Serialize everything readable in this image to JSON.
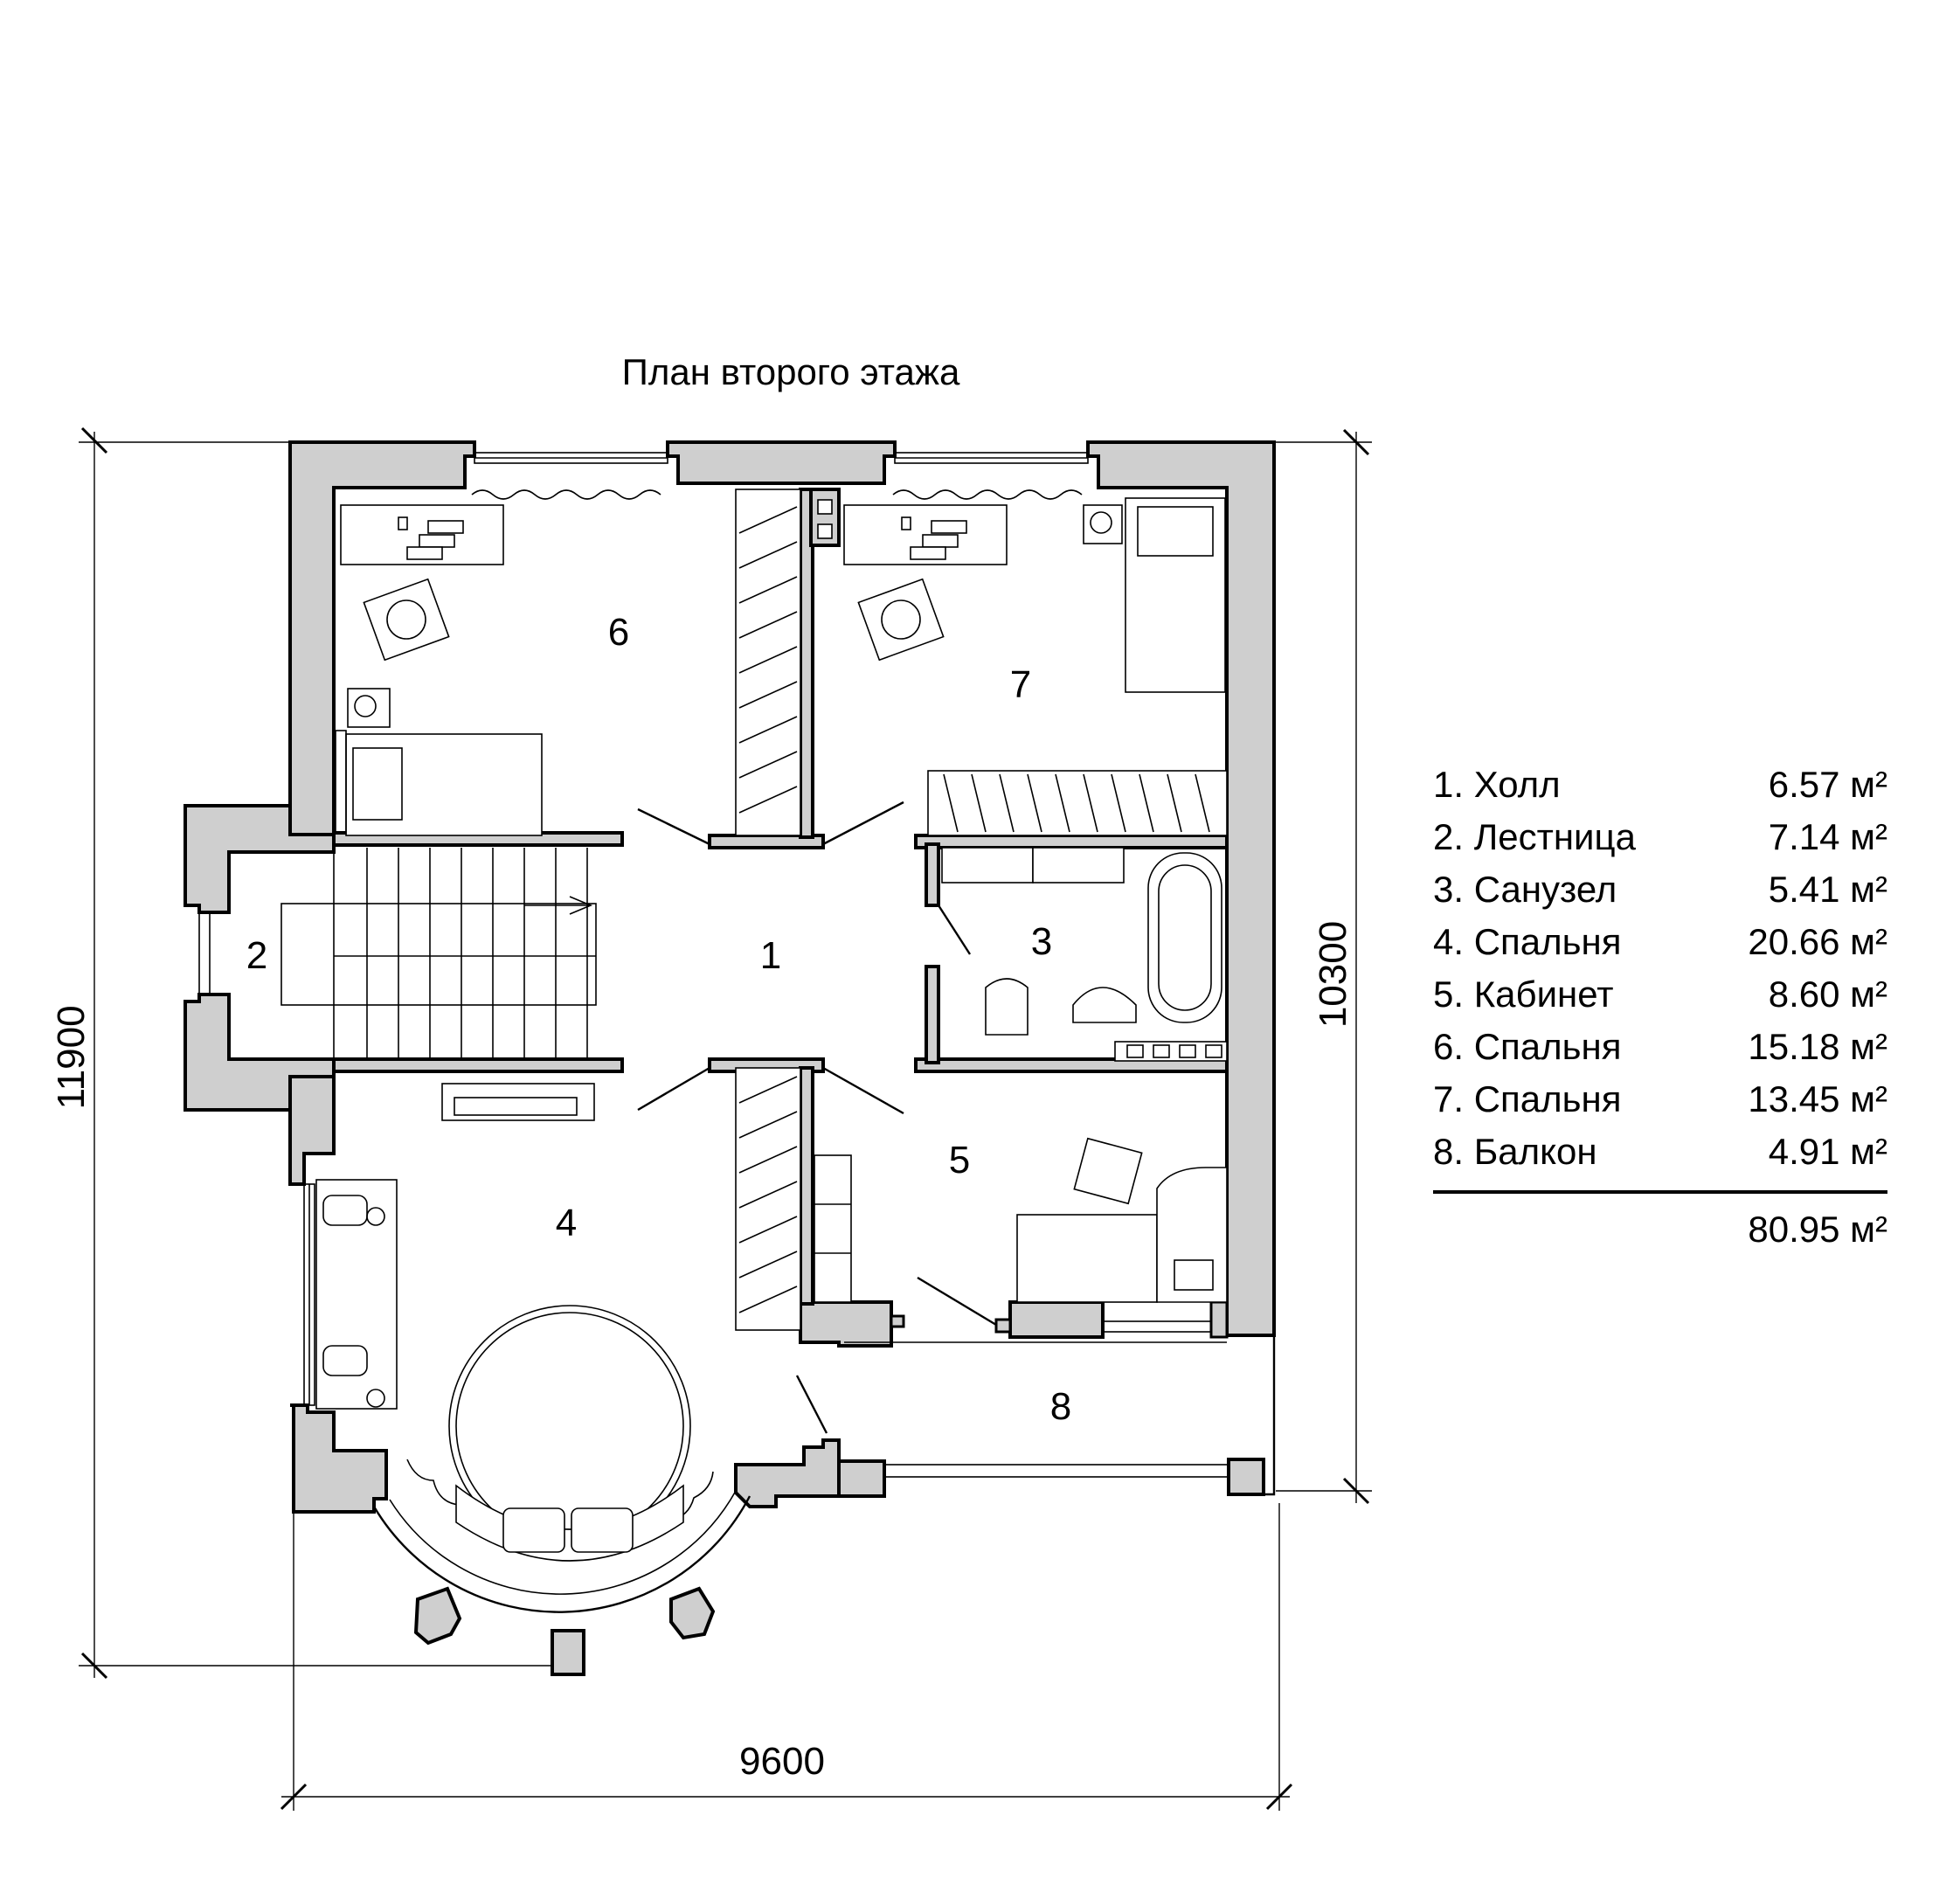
{
  "title": "План второго этажа",
  "dimensions": {
    "width": "9600",
    "height_total": "11900",
    "height_main": "10300"
  },
  "room_numbers": [
    "1",
    "2",
    "3",
    "4",
    "5",
    "6",
    "7",
    "8"
  ],
  "legend": {
    "rooms": [
      {
        "name": "1. Холл",
        "area": "6.57 м²"
      },
      {
        "name": "2. Лестница",
        "area": "7.14 м²"
      },
      {
        "name": "3. Санузел",
        "area": "5.41 м²"
      },
      {
        "name": "4. Спальня",
        "area": "20.66 м²"
      },
      {
        "name": "5. Кабинет",
        "area": "8.60 м²"
      },
      {
        "name": "6. Спальня",
        "area": "15.18 м²"
      },
      {
        "name": "7. Спальня",
        "area": "13.45 м²"
      },
      {
        "name": "8. Балкон",
        "area": "4.91 м²"
      }
    ],
    "total": "80.95 м²"
  }
}
